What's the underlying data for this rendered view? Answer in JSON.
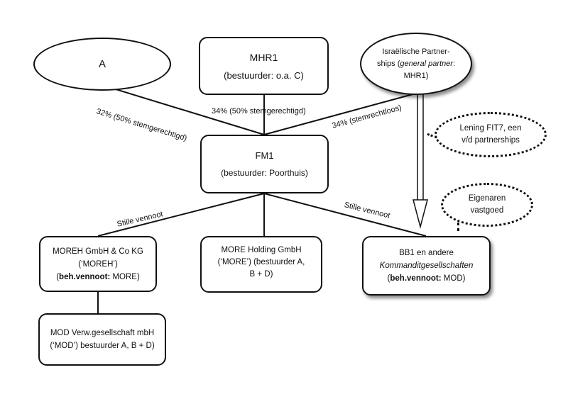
{
  "nodes": {
    "a": {
      "label": "A"
    },
    "mhr1": {
      "title": "MHR1",
      "sub": "(bestuurder: o.a. C)"
    },
    "israeli": {
      "line1": "Israëlische Partner-",
      "line2_pre": "ships (",
      "line2_em": "general partner",
      "line2_post": ":",
      "line3": "MHR1)"
    },
    "fm1": {
      "title": "FM1",
      "sub": "(bestuurder: Poorthuis)"
    },
    "moreh": {
      "line1": "MOREH GmbH & Co KG",
      "line2": "(‘MOREH’)",
      "line3_pre": "(",
      "line3_bold": "beh.vennoot:",
      "line3_post": " MORE)"
    },
    "more": {
      "line1": "MORE Holding GmbH",
      "line2": "(‘MORE’) (bestuurder A,",
      "line3": "B + D)"
    },
    "bb1": {
      "line1": "BB1 en andere",
      "line2": "Kommanditgesellschaften",
      "line3_pre": "(",
      "line3_bold": "beh.vennoot:",
      "line3_post": " MOD)"
    },
    "mod": {
      "line1": "MOD Verw.gesellschaft mbH",
      "line2": "(‘MOD’) bestuurder A, B + D)"
    }
  },
  "callouts": {
    "lening": {
      "line1": "Lening FIT7, een",
      "line2": "v/d partnerships"
    },
    "eigenaren": {
      "line1": "Eigenaren",
      "line2": "vastgoed"
    }
  },
  "edge_labels": {
    "a_fm1": "32% (50% stemgerechtigd)",
    "mhr1_fm1": "34% (50% stemgerechtigd)",
    "isr_fm1": "34% (stemrechtloos)",
    "fm1_moreh": "Stille vennoot",
    "fm1_bb1": "Stille vennoot"
  },
  "colors": {
    "stroke": "#111111",
    "background": "#ffffff"
  }
}
